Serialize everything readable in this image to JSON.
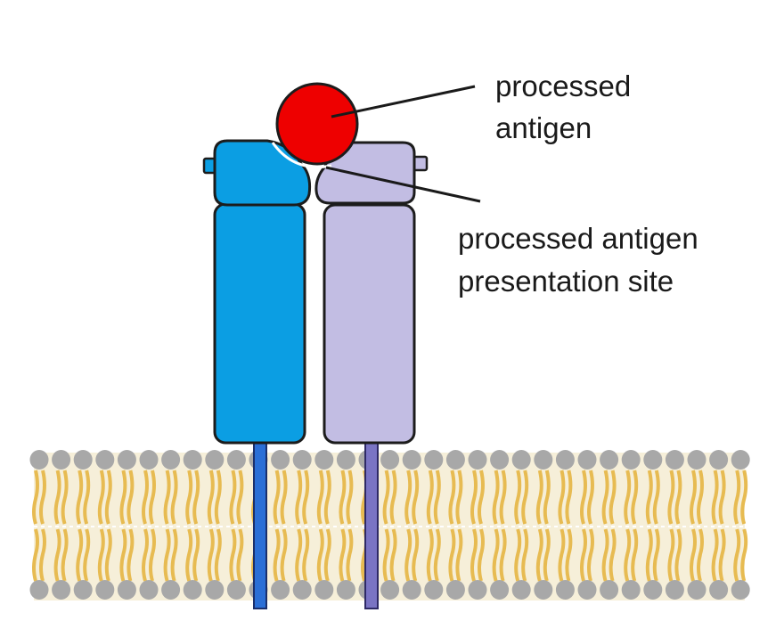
{
  "labels": {
    "antigen_line1": "processed",
    "antigen_line2": "antigen",
    "site_line1": "processed antigen",
    "site_line2": "presentation site"
  },
  "colors": {
    "chain_left": "#0b9ee3",
    "chain_right": "#c2bde3",
    "antigen": "#ee0000",
    "tail_left": "#2b6fd6",
    "tail_right": "#7a74c4",
    "lipid_head": "#a8a8a8",
    "lipid_tail": "#e7bb52",
    "outline": "#1c1c1c"
  },
  "icons": {
    "antigen": "red-circle",
    "membrane": "lipid-bilayer"
  }
}
